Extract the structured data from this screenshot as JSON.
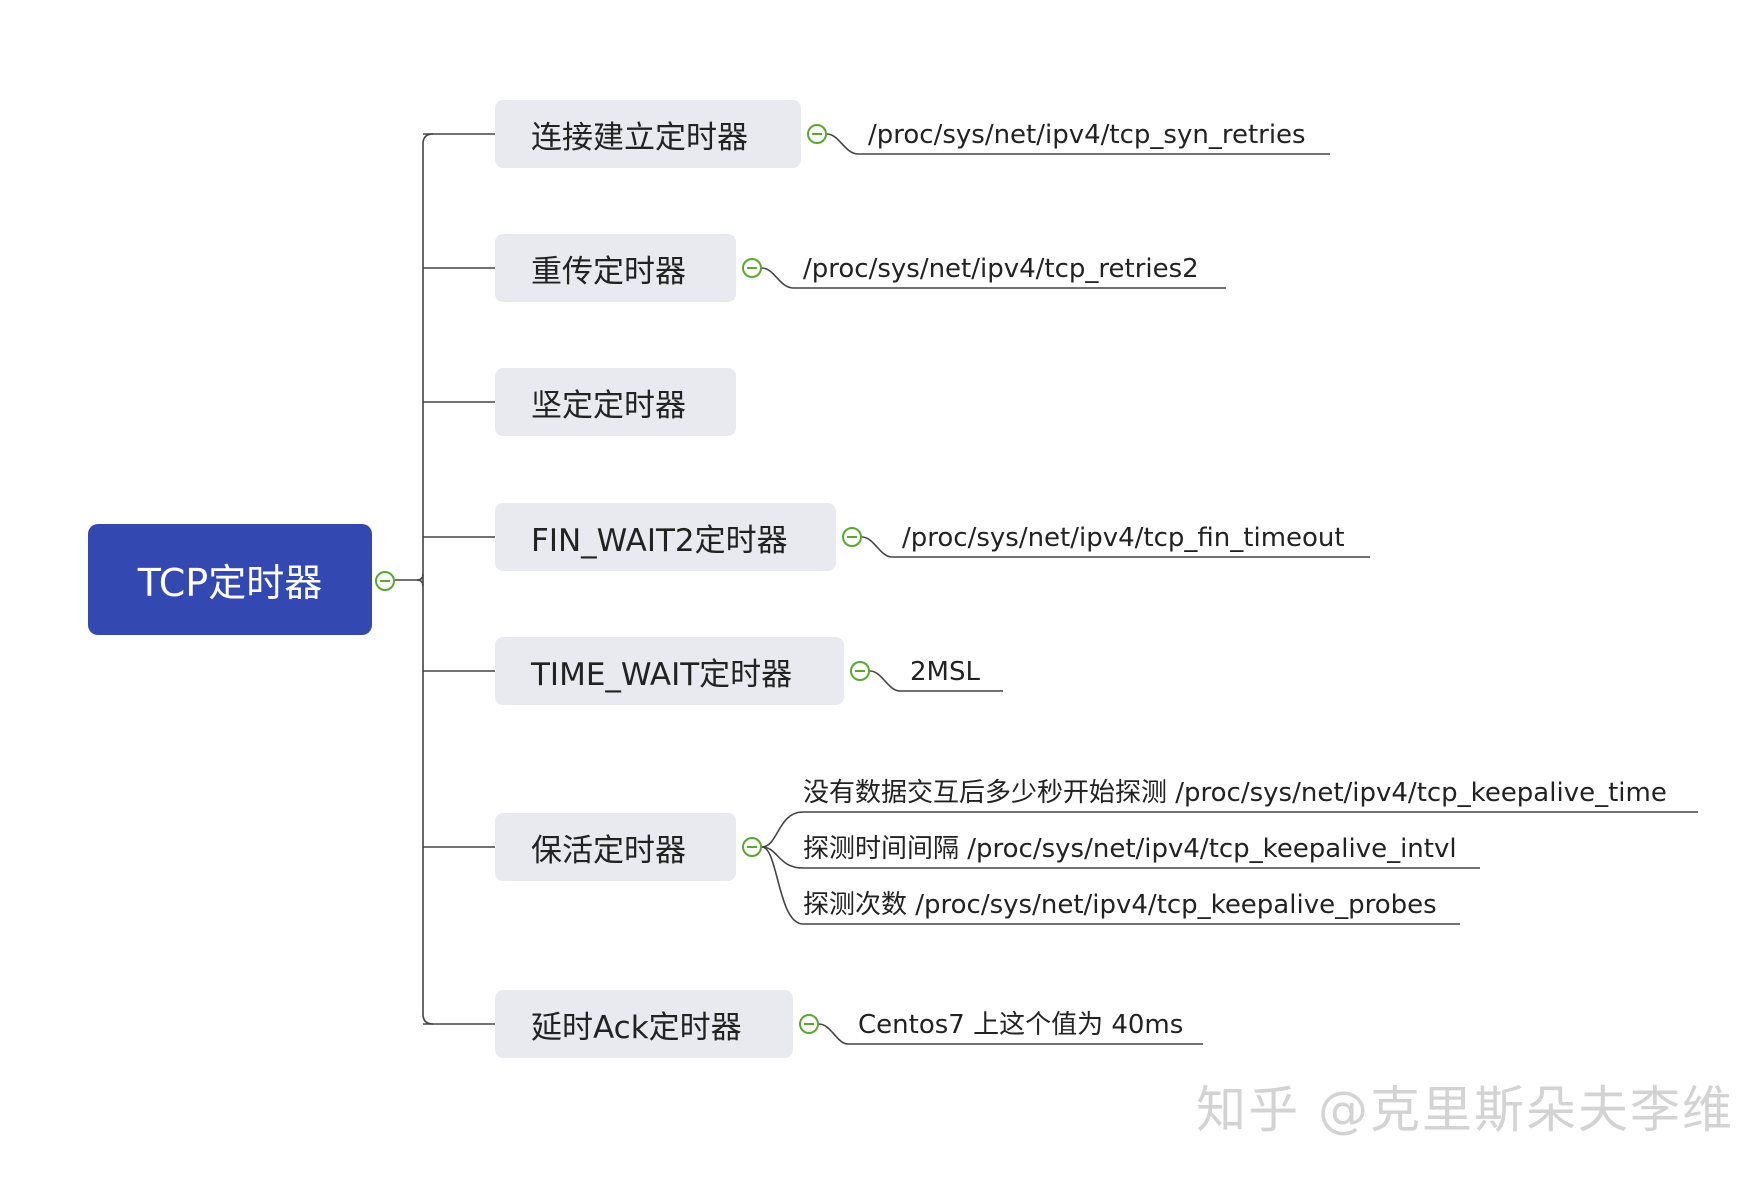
{
  "root": {
    "label": "TCP定时器"
  },
  "branches": [
    {
      "label": "连接建立定时器",
      "leaves": [
        "/proc/sys/net/ipv4/tcp_syn_retries"
      ]
    },
    {
      "label": "重传定时器",
      "leaves": [
        "/proc/sys/net/ipv4/tcp_retries2"
      ]
    },
    {
      "label": "坚定定时器",
      "leaves": []
    },
    {
      "label": "FIN_WAIT2定时器",
      "leaves": [
        "/proc/sys/net/ipv4/tcp_fin_timeout"
      ]
    },
    {
      "label": "TIME_WAIT定时器",
      "leaves": [
        "2MSL"
      ]
    },
    {
      "label": "保活定时器",
      "leaves": [
        "没有数据交互后多少秒开始探测 /proc/sys/net/ipv4/tcp_keepalive_time",
        "探测时间间隔 /proc/sys/net/ipv4/tcp_keepalive_intvl",
        "探测次数 /proc/sys/net/ipv4/tcp_keepalive_probes"
      ]
    },
    {
      "label": "延时Ack定时器",
      "leaves": [
        "Centos7 上这个值为 40ms"
      ]
    }
  ],
  "watermark": "知乎 @克里斯朵夫李维",
  "colors": {
    "root_bg": "#3448b2",
    "node_bg": "#e9eaef",
    "line": "#444444",
    "collapse_icon": "#5aa832"
  },
  "icons": {
    "collapse": "minus-circle-icon"
  }
}
